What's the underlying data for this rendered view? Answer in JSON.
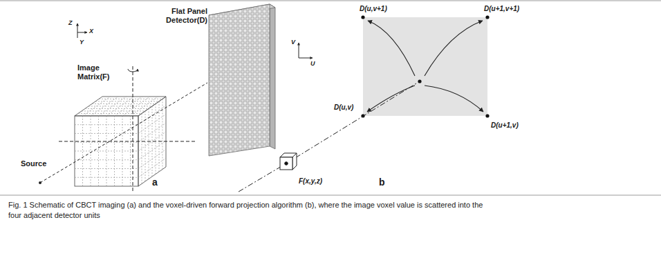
{
  "diagram": {
    "caption": "Fig. 1 Schematic of CBCT imaging (a) and the voxel-driven forward projection algorithm (b), where the image voxel value is scattered into the four adjacent detector units",
    "labels": [
      "Flat Panel Detector(D)",
      "Z",
      "X",
      "Y",
      "Image Matrix(F)",
      "Source",
      "a",
      "D(u,v+1)",
      "D(u+1,v+1)",
      "V",
      "U",
      "D(u,v)",
      "D(u+1,v)",
      "F(x,y,z)",
      "b"
    ]
  }
}
